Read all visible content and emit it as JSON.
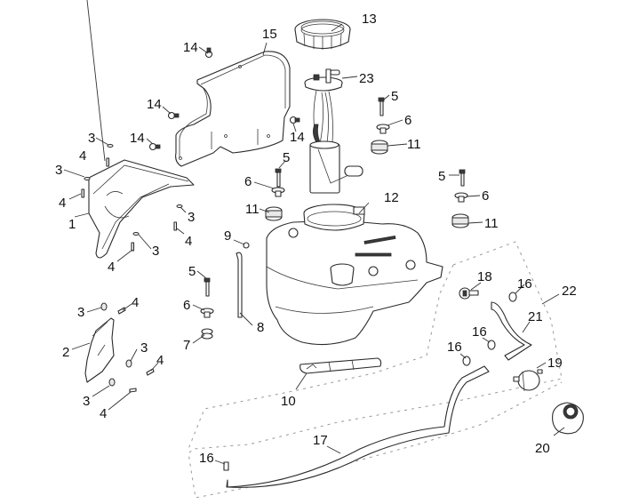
{
  "diagram": {
    "type": "exploded-parts-diagram",
    "subject": "fuel tank assembly",
    "background_color": "#ffffff",
    "line_color": "#2a2a2a",
    "group_outline_color": "#999999",
    "callouts": [
      {
        "id": "c1",
        "label": "1"
      },
      {
        "id": "c2",
        "label": "2"
      },
      {
        "id": "c3a",
        "label": "3"
      },
      {
        "id": "c3b",
        "label": "3"
      },
      {
        "id": "c3c",
        "label": "3"
      },
      {
        "id": "c3d",
        "label": "3"
      },
      {
        "id": "c3e",
        "label": "3"
      },
      {
        "id": "c3f",
        "label": "3"
      },
      {
        "id": "c3g",
        "label": "3"
      },
      {
        "id": "c4a",
        "label": "4"
      },
      {
        "id": "c4b",
        "label": "4"
      },
      {
        "id": "c4c",
        "label": "4"
      },
      {
        "id": "c4d",
        "label": "4"
      },
      {
        "id": "c4e",
        "label": "4"
      },
      {
        "id": "c4f",
        "label": "4"
      },
      {
        "id": "c4g",
        "label": "4"
      },
      {
        "id": "c5a",
        "label": "5"
      },
      {
        "id": "c5b",
        "label": "5"
      },
      {
        "id": "c5c",
        "label": "5"
      },
      {
        "id": "c5d",
        "label": "5"
      },
      {
        "id": "c6a",
        "label": "6"
      },
      {
        "id": "c6b",
        "label": "6"
      },
      {
        "id": "c6c",
        "label": "6"
      },
      {
        "id": "c6d",
        "label": "6"
      },
      {
        "id": "c7",
        "label": "7"
      },
      {
        "id": "c8",
        "label": "8"
      },
      {
        "id": "c9",
        "label": "9"
      },
      {
        "id": "c10",
        "label": "10"
      },
      {
        "id": "c11a",
        "label": "11"
      },
      {
        "id": "c11b",
        "label": "11"
      },
      {
        "id": "c11c",
        "label": "11"
      },
      {
        "id": "c12",
        "label": "12"
      },
      {
        "id": "c13",
        "label": "13"
      },
      {
        "id": "c14a",
        "label": "14"
      },
      {
        "id": "c14b",
        "label": "14"
      },
      {
        "id": "c14c",
        "label": "14"
      },
      {
        "id": "c14d",
        "label": "14"
      },
      {
        "id": "c15",
        "label": "15"
      },
      {
        "id": "c16a",
        "label": "16"
      },
      {
        "id": "c16b",
        "label": "16"
      },
      {
        "id": "c16c",
        "label": "16"
      },
      {
        "id": "c16d",
        "label": "16"
      },
      {
        "id": "c17",
        "label": "17"
      },
      {
        "id": "c18",
        "label": "18"
      },
      {
        "id": "c19",
        "label": "19"
      },
      {
        "id": "c20",
        "label": "20"
      },
      {
        "id": "c21",
        "label": "21"
      },
      {
        "id": "c22",
        "label": "22"
      },
      {
        "id": "c23",
        "label": "23"
      }
    ]
  }
}
